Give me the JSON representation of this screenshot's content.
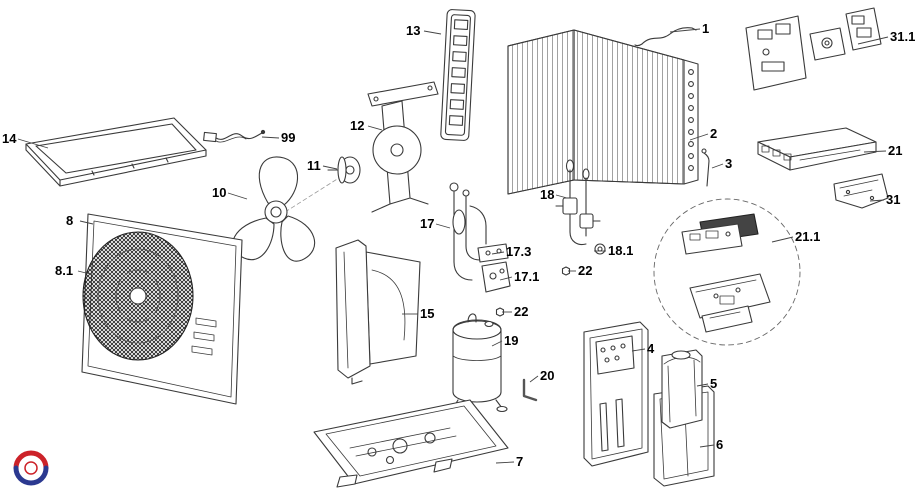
{
  "diagram": {
    "kind": "exploded-parts-diagram"
  },
  "colors": {
    "line": "#3a3a3a",
    "logo_red": "#cc2229",
    "logo_blue": "#2b3990"
  },
  "logo": {
    "icon": "swirl-logo"
  },
  "callouts": {
    "c1": "1",
    "c2": "2",
    "c3": "3",
    "c4": "4",
    "c5": "5",
    "c6": "6",
    "c7": "7",
    "c8": "8",
    "c8_1": "8.1",
    "c10": "10",
    "c11": "11",
    "c12": "12",
    "c13": "13",
    "c14": "14",
    "c15": "15",
    "c17": "17",
    "c17_1": "17.1",
    "c17_3": "17.3",
    "c18": "18",
    "c18_1": "18.1",
    "c19": "19",
    "c20": "20",
    "c21": "21",
    "c21_1": "21.1",
    "c22a": "22",
    "c22b": "22",
    "c31": "31",
    "c31_1": "31.1",
    "c99": "99"
  }
}
